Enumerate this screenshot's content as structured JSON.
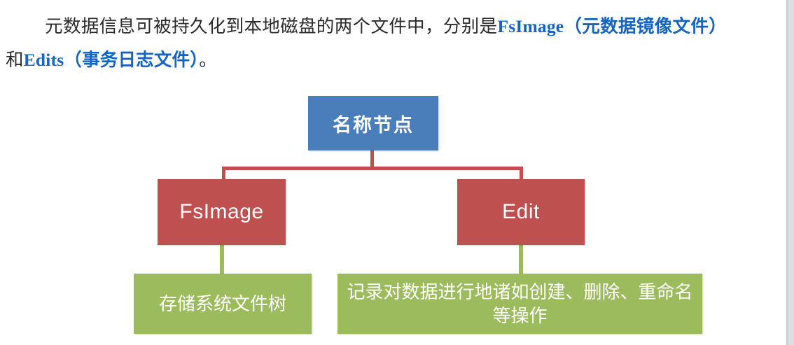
{
  "paragraph": {
    "lead": "元数据信息可被持久化到本地磁盘的两个文件中，分别是",
    "term1": "FsImage",
    "term1_note": "（元数据镜像文件）",
    "conjunction": "和",
    "term2": "Edits",
    "term2_note": "（事务日志文件）",
    "period": "。",
    "highlight_color": "#1565c0",
    "body_color": "#2b2b2b"
  },
  "diagram": {
    "type": "tree",
    "root": {
      "label": "名称节点",
      "color": "#4a7ebb"
    },
    "mid": [
      {
        "label": "FsImage",
        "color": "#bf5050"
      },
      {
        "label": "Edit",
        "color": "#bf5050"
      }
    ],
    "leaves": [
      {
        "label": "存储系统文件树",
        "color": "#9cbb5c"
      },
      {
        "label": "记录对数据进行地诸如创建、删除、重命名等操作",
        "color": "#9cbb5c"
      }
    ],
    "connector_colors": {
      "root_to_mid": "#c0504d",
      "mid_to_leaf": "#9cbb5c"
    }
  },
  "decor": {
    "rail_color": "#dcdfe2",
    "rail_line_color": "#c9ced3"
  }
}
